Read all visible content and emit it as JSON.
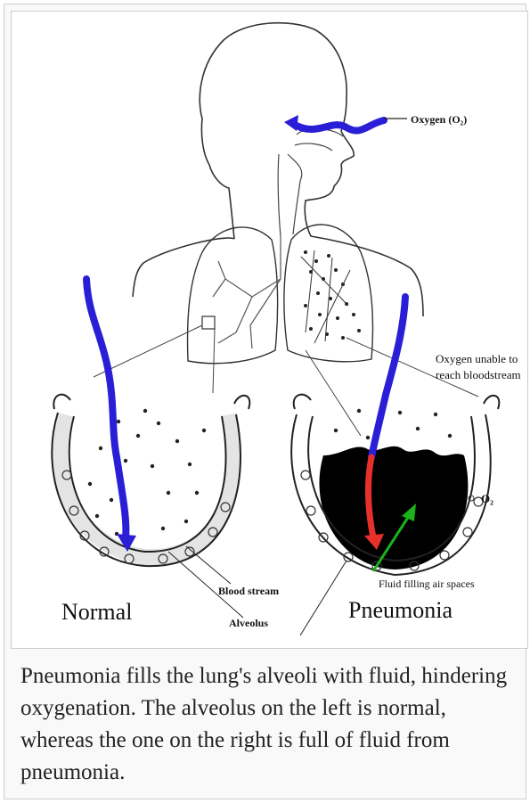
{
  "figure": {
    "labels": {
      "oxygen_in": "Oxygen (O₂)",
      "oxygen_unable": [
        "Oxygen unable to",
        "reach bloodstream"
      ],
      "o2_legend": "O₂",
      "fluid": "Fluid filling air spaces",
      "blood_stream": "Blood stream",
      "alveolus": "Alveolus",
      "normal": "Normal",
      "pneumonia": "Pneumonia"
    },
    "colors": {
      "oxygen": "#2a1fd6",
      "blocked_oxygen": "#e8302a",
      "fluid_arrow": "#1bb31b",
      "fluid": "#000000"
    }
  },
  "caption": "Pneumonia fills the lung's alveoli with fluid, hindering oxygenation. The alveolus on the left is normal, whereas the one on the right is full of fluid from pneumonia."
}
